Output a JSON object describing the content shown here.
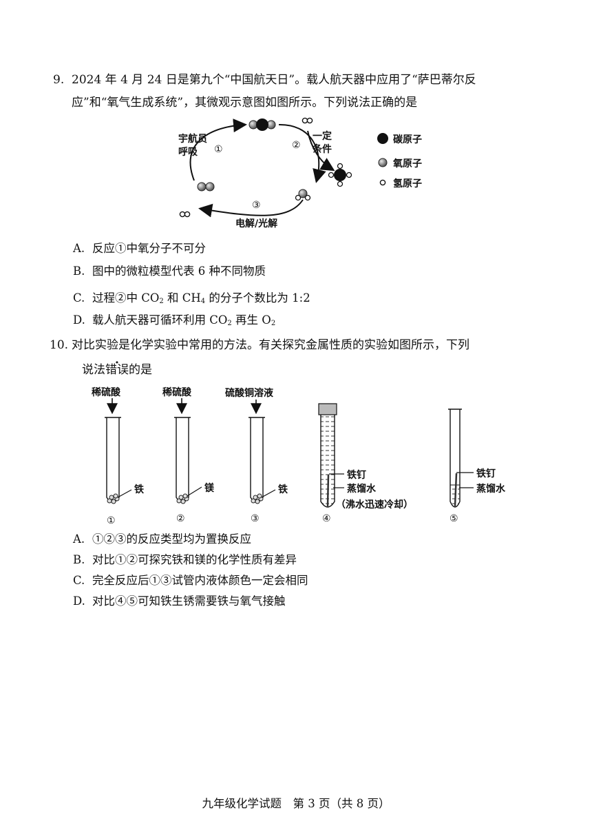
{
  "q9": {
    "number": "9.",
    "line1": "2024 年 4 月 24 日是第九个“中国航天日”。载人航天器中应用了“萨巴蒂尔反",
    "line2": "应”和“氧气生成系统”，其微观示意图如图所示。下列说法正确的是",
    "diagram": {
      "label_breath_1": "宇航员",
      "label_breath_2": "呼吸",
      "label_cond_1": "一定",
      "label_cond_2": "条件",
      "label_electro": "电解/光解",
      "circle1": "①",
      "circle2": "②",
      "circle3": "③",
      "legend": [
        "碳原子",
        "氧原子",
        "氢原子"
      ]
    },
    "options": [
      {
        "letter": "A.",
        "text": "反应①中氧分子不可分"
      },
      {
        "letter": "B.",
        "text": "图中的微粒模型代表 6 种不同物质"
      },
      {
        "letter": "C.",
        "pre": "过程②中 CO",
        "sub1": "2",
        "mid": " 和 CH",
        "sub2": "4",
        "post": " 的分子个数比为 1:2"
      },
      {
        "letter": "D.",
        "pre": "载人航天器可循环利用 CO",
        "sub1": "2",
        "mid": " 再生 O",
        "sub2": "2",
        "post": ""
      }
    ]
  },
  "q10": {
    "number": "10.",
    "line1": "对比实验是化学实验中常用的方法。有关探究金属性质的实验如图所示，下列",
    "line2_pre": "说法",
    "line2_em": "错误",
    "line2_post": "的是",
    "tubes": [
      {
        "reagent": "稀硫酸",
        "metal": "铁",
        "num": "①"
      },
      {
        "reagent": "稀硫酸",
        "metal": "镁",
        "num": "②"
      },
      {
        "reagent": "硫酸铜溶液",
        "metal": "铁",
        "num": "③"
      },
      {
        "nail": "铁钉",
        "water": "蒸馏水",
        "note": "（沸水迅速冷却）",
        "num": "④"
      },
      {
        "nail": "铁钉",
        "water": "蒸馏水",
        "num": "⑤"
      }
    ],
    "options": [
      {
        "letter": "A.",
        "text": "①②③的反应类型均为置换反应"
      },
      {
        "letter": "B.",
        "text": "对比①②可探究铁和镁的化学性质有差异"
      },
      {
        "letter": "C.",
        "text": "完全反应后①③试管内液体颜色一定会相同"
      },
      {
        "letter": "D.",
        "text": "对比④⑤可知铁生锈需要铁与氧气接触"
      }
    ]
  },
  "footer": "九年级化学试题　第 3 页（共 8 页）"
}
